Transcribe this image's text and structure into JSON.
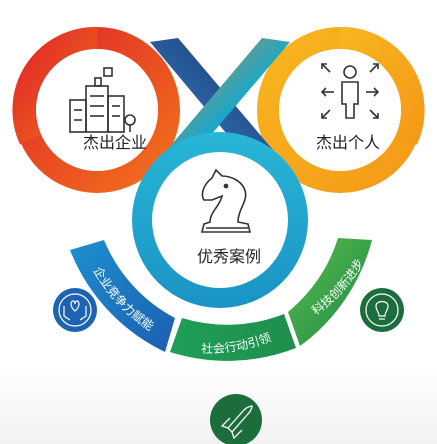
{
  "nodes": {
    "enterprise": {
      "label": "杰出企业",
      "icon": "office-buildings-icon"
    },
    "individual": {
      "label": "杰出个人",
      "icon": "person-with-arrows-icon"
    },
    "cases": {
      "label": "优秀案例",
      "icon": "chess-knight-icon"
    }
  },
  "arc_labels": {
    "left": "企业竞争力赋能",
    "bottom": "社会行动引领",
    "right": "科技创新进步"
  },
  "arc_icons": {
    "left": "hands-with-heart-icon",
    "bottom": "rocket-icon",
    "right": "lightbulb-icon"
  },
  "colors": {
    "red": "#e8342b",
    "orange": "#f07a1a",
    "yellow": "#f7b51f",
    "teal": "#1aa7c9",
    "blue": "#1d6fc0",
    "green": "#1f9a52",
    "dark_green": "#1b6e3c"
  }
}
